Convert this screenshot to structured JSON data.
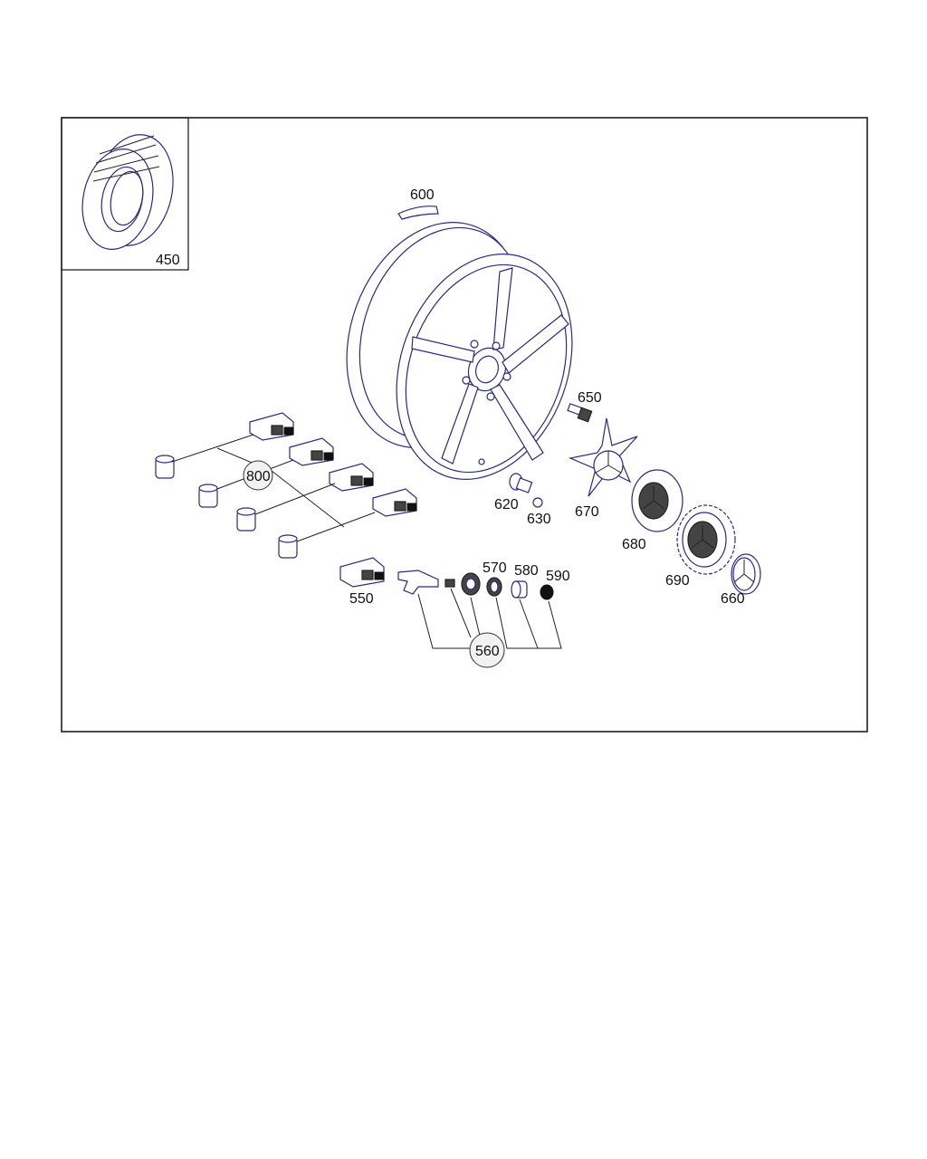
{
  "labels": {
    "p450": "450",
    "p600": "600",
    "p650": "650",
    "p620": "620",
    "p630": "630",
    "p670": "670",
    "p680": "680",
    "p690": "690",
    "p660": "660",
    "p800": "800",
    "p550": "550",
    "p560": "560",
    "p570": "570",
    "p580": "580",
    "p590": "590"
  }
}
